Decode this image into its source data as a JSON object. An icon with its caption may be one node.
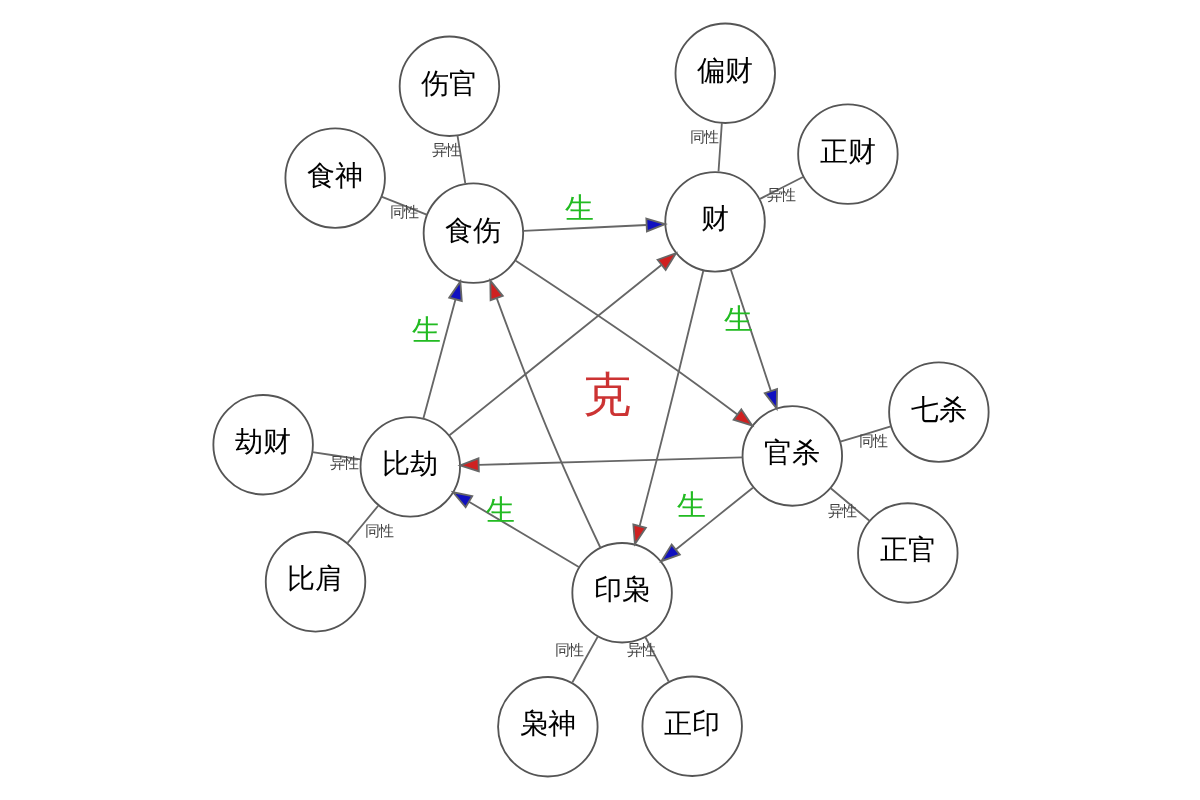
{
  "diagram": {
    "nodes": [
      {
        "text": [
          "印枭"
        ]
      },
      {
        "text": [
          "比劫"
        ]
      },
      {
        "text": [
          "食伤"
        ]
      },
      {
        "text": [
          "财"
        ]
      },
      {
        "text": [
          "官杀"
        ]
      },
      {
        "text": [
          "枭神"
        ]
      },
      {
        "text": [
          "正印"
        ]
      },
      {
        "text": [
          "比肩"
        ]
      },
      {
        "text": [
          "劫财"
        ]
      },
      {
        "text": [
          "食神"
        ]
      },
      {
        "text": [
          "伤官"
        ]
      },
      {
        "text": [
          "正财"
        ]
      },
      {
        "text": [
          "偏财"
        ]
      },
      {
        "text": [
          "正官"
        ]
      },
      {
        "text": [
          "七杀"
        ]
      }
    ],
    "edges": [
      {
        "from": 4,
        "to": 0,
        "arrow": "to",
        "label": "生"
      },
      {
        "from": 0,
        "to": 1,
        "arrow": "to",
        "label": "生"
      },
      {
        "from": 1,
        "to": 2,
        "arrow": "to",
        "label": "生"
      },
      {
        "from": 2,
        "to": 3,
        "arrow": "to",
        "label": "生"
      },
      {
        "from": 3,
        "to": 4,
        "arrow": "to",
        "label": "生"
      },
      {
        "from": 4,
        "to": 1,
        "arrow": "to"
      },
      {
        "from": 1,
        "to": 3,
        "arrow": "to"
      },
      {
        "from": 3,
        "to": 0,
        "arrow": "to"
      },
      {
        "from": 0,
        "to": 2,
        "arrow": "to"
      },
      {
        "from": 2,
        "to": 4,
        "arrow": "to"
      },
      {
        "from": 0,
        "to": 5,
        "arrow": "none",
        "label": "同性"
      },
      {
        "from": 0,
        "to": 6,
        "arrow": "none",
        "label": "异性"
      },
      {
        "from": 1,
        "to": 7,
        "arrow": "none",
        "label": "同性"
      },
      {
        "from": 1,
        "to": 8,
        "arrow": "none",
        "label": "异性"
      },
      {
        "from": 2,
        "to": 9,
        "arrow": "none",
        "label": "同性"
      },
      {
        "from": 2,
        "to": 10,
        "arrow": "none",
        "label": "异性"
      },
      {
        "from": 3,
        "to": 11,
        "arrow": "none",
        "label": "异性"
      },
      {
        "from": 3,
        "to": 12,
        "arrow": "none",
        "label": "同性"
      },
      {
        "from": 4,
        "to": 13,
        "arrow": "none",
        "label": "异性"
      },
      {
        "from": 4,
        "to": 14,
        "arrow": "none",
        "label": "同性"
      }
    ],
    "labels": [
      "克"
    ]
  }
}
